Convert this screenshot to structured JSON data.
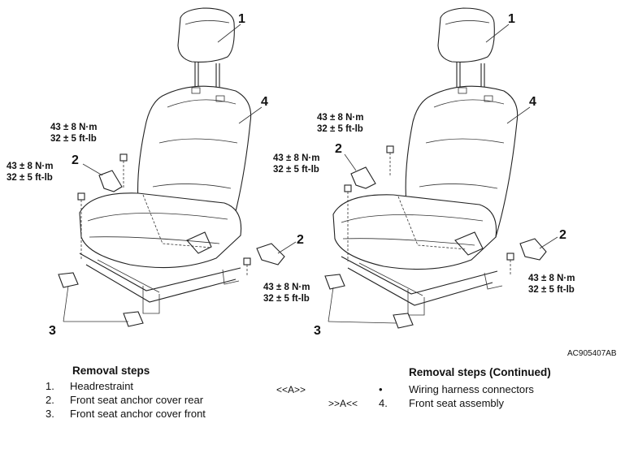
{
  "figure": {
    "figure_id": "AC905407AB",
    "left_view": {
      "callouts": [
        {
          "label": "1"
        },
        {
          "label": "4"
        },
        {
          "label": "2"
        },
        {
          "label": "2"
        },
        {
          "label": "3"
        }
      ],
      "torque_specs": [
        {
          "metric": "43 ± 8 N·m",
          "imperial": "32 ± 5 ft-lb"
        },
        {
          "metric": "43 ± 8 N·m",
          "imperial": "32 ± 5 ft-lb"
        },
        {
          "metric": "43 ± 8 N·m",
          "imperial": "32 ± 5 ft-lb"
        }
      ]
    },
    "right_view": {
      "callouts": [
        {
          "label": "1"
        },
        {
          "label": "4"
        },
        {
          "label": "2"
        },
        {
          "label": "2"
        },
        {
          "label": "3"
        }
      ],
      "torque_specs": [
        {
          "metric": "43 ± 8 N·m",
          "imperial": "32 ± 5 ft-lb"
        },
        {
          "metric": "43 ± 8 N·m",
          "imperial": "32 ± 5 ft-lb"
        },
        {
          "metric": "43 ± 8 N·m",
          "imperial": "32 ± 5 ft-lb"
        }
      ]
    }
  },
  "removal_steps": {
    "heading": "Removal steps",
    "items": [
      {
        "mark": "",
        "number": "1.",
        "text": "Headrestraint"
      },
      {
        "mark": "",
        "number": "2.",
        "text": "Front seat anchor cover rear"
      },
      {
        "mark": "",
        "number": "3.",
        "text": "Front seat anchor cover front"
      }
    ]
  },
  "removal_steps_continued": {
    "heading": "Removal steps (Continued)",
    "items": [
      {
        "mark": "<<A>>",
        "number": "•",
        "text": "Wiring harness connectors"
      },
      {
        "mark": ">>A<<",
        "number": "4.",
        "text": "Front seat assembly"
      }
    ]
  }
}
